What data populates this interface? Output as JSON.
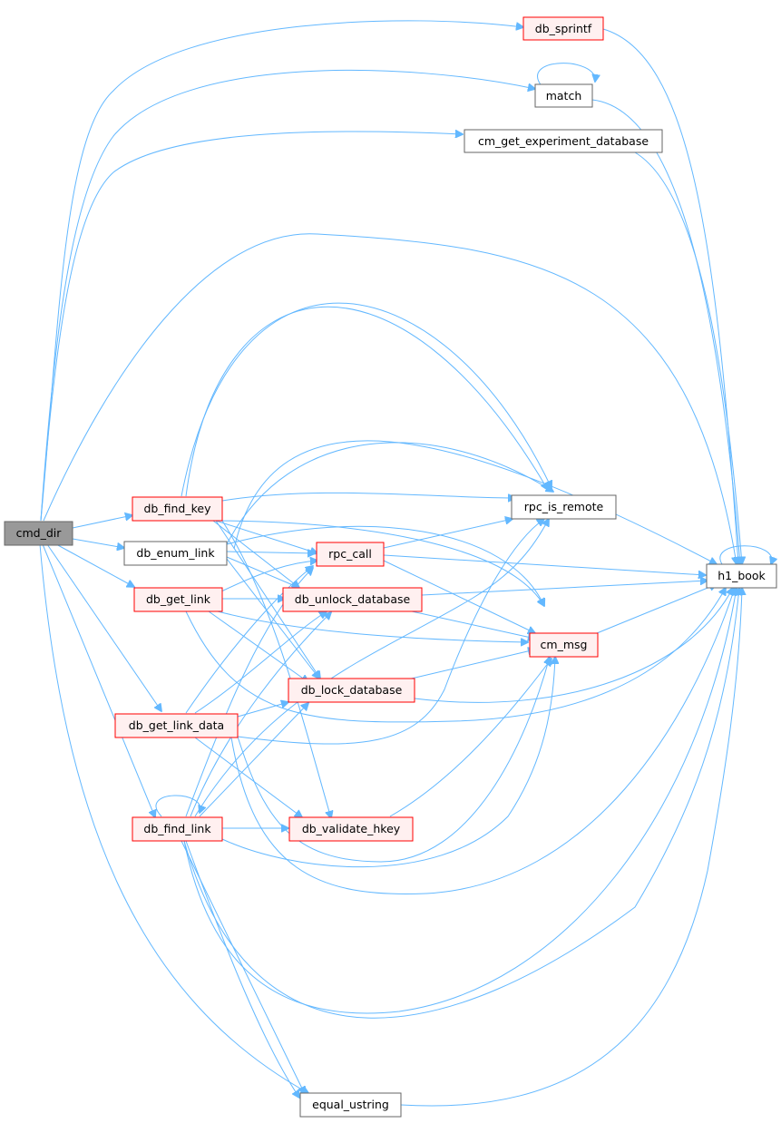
{
  "colors": {
    "edge": "#63b8ff",
    "root_fill": "#999999",
    "root_border": "#666666",
    "red_border": "#ff0000",
    "red_fill": "#fff0f0",
    "plain_border": "#666666",
    "plain_fill": "#ffffff"
  },
  "nodes": {
    "cmd_dir": {
      "label": "cmd_dir",
      "style": "root"
    },
    "db_sprintf": {
      "label": "db_sprintf",
      "style": "red"
    },
    "match": {
      "label": "match",
      "style": "plain"
    },
    "cm_get_experiment_database": {
      "label": "cm_get_experiment_database",
      "style": "plain"
    },
    "db_find_key": {
      "label": "db_find_key",
      "style": "red"
    },
    "db_enum_link": {
      "label": "db_enum_link",
      "style": "plain"
    },
    "db_get_link": {
      "label": "db_get_link",
      "style": "red"
    },
    "db_get_link_data": {
      "label": "db_get_link_data",
      "style": "red"
    },
    "db_find_link": {
      "label": "db_find_link",
      "style": "red"
    },
    "rpc_call": {
      "label": "rpc_call",
      "style": "red"
    },
    "db_unlock_database": {
      "label": "db_unlock_database",
      "style": "red"
    },
    "db_lock_database": {
      "label": "db_lock_database",
      "style": "red"
    },
    "db_validate_hkey": {
      "label": "db_validate_hkey",
      "style": "red"
    },
    "rpc_is_remote": {
      "label": "rpc_is_remote",
      "style": "plain"
    },
    "cm_msg": {
      "label": "cm_msg",
      "style": "red"
    },
    "h1_book": {
      "label": "h1_book",
      "style": "plain"
    },
    "equal_ustring": {
      "label": "equal_ustring",
      "style": "plain"
    }
  },
  "edges": [
    [
      "cmd_dir",
      "db_sprintf"
    ],
    [
      "cmd_dir",
      "match"
    ],
    [
      "cmd_dir",
      "cm_get_experiment_database"
    ],
    [
      "cmd_dir",
      "h1_book"
    ],
    [
      "cmd_dir",
      "db_find_key"
    ],
    [
      "cmd_dir",
      "db_enum_link"
    ],
    [
      "cmd_dir",
      "db_get_link"
    ],
    [
      "cmd_dir",
      "db_get_link_data"
    ],
    [
      "cmd_dir",
      "db_find_link"
    ],
    [
      "cmd_dir",
      "equal_ustring"
    ],
    [
      "db_sprintf",
      "h1_book"
    ],
    [
      "match",
      "match"
    ],
    [
      "match",
      "h1_book"
    ],
    [
      "cm_get_experiment_database",
      "h1_book"
    ],
    [
      "db_find_key",
      "rpc_is_remote"
    ],
    [
      "db_find_key",
      "rpc_call"
    ],
    [
      "db_find_key",
      "cm_msg"
    ],
    [
      "db_find_key",
      "db_lock_database"
    ],
    [
      "db_find_key",
      "db_unlock_database"
    ],
    [
      "db_find_key",
      "db_validate_hkey"
    ],
    [
      "db_find_key",
      "h1_book"
    ],
    [
      "db_enum_link",
      "rpc_is_remote"
    ],
    [
      "db_enum_link",
      "rpc_call"
    ],
    [
      "db_enum_link",
      "db_lock_database"
    ],
    [
      "db_enum_link",
      "db_unlock_database"
    ],
    [
      "db_enum_link",
      "h1_book"
    ],
    [
      "db_get_link",
      "rpc_call"
    ],
    [
      "db_get_link",
      "db_unlock_database"
    ],
    [
      "db_get_link",
      "db_lock_database"
    ],
    [
      "db_get_link",
      "cm_msg"
    ],
    [
      "db_get_link",
      "h1_book"
    ],
    [
      "db_get_link_data",
      "db_lock_database"
    ],
    [
      "db_get_link_data",
      "rpc_call"
    ],
    [
      "db_get_link_data",
      "db_unlock_database"
    ],
    [
      "db_get_link_data",
      "db_validate_hkey"
    ],
    [
      "db_get_link_data",
      "rpc_is_remote"
    ],
    [
      "db_get_link_data",
      "cm_msg"
    ],
    [
      "db_get_link_data",
      "h1_book"
    ],
    [
      "db_find_link",
      "db_find_link"
    ],
    [
      "db_find_link",
      "db_validate_hkey"
    ],
    [
      "db_find_link",
      "db_lock_database"
    ],
    [
      "db_find_link",
      "db_unlock_database"
    ],
    [
      "db_find_link",
      "rpc_call"
    ],
    [
      "db_find_link",
      "rpc_is_remote"
    ],
    [
      "db_find_link",
      "cm_msg"
    ],
    [
      "db_find_link",
      "h1_book"
    ],
    [
      "db_find_link",
      "equal_ustring"
    ],
    [
      "rpc_call",
      "rpc_is_remote"
    ],
    [
      "rpc_call",
      "cm_msg"
    ],
    [
      "rpc_call",
      "h1_book"
    ],
    [
      "db_unlock_database",
      "cm_msg"
    ],
    [
      "db_unlock_database",
      "h1_book"
    ],
    [
      "db_lock_database",
      "cm_msg"
    ],
    [
      "db_lock_database",
      "h1_book"
    ],
    [
      "db_validate_hkey",
      "cm_msg"
    ],
    [
      "cm_msg",
      "h1_book"
    ],
    [
      "h1_book",
      "h1_book"
    ],
    [
      "equal_ustring",
      "h1_book"
    ]
  ]
}
